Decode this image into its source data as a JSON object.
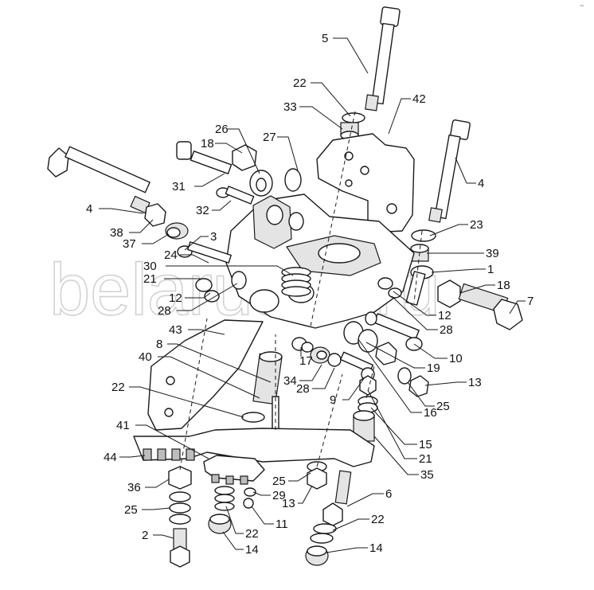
{
  "watermark": "belarus-tr.ru",
  "corner_mark": "~",
  "callouts": {
    "c5": "5",
    "c22a": "22",
    "c33": "33",
    "c42": "42",
    "c26": "26",
    "c27": "27",
    "c18a": "18",
    "c31": "31",
    "c32": "32",
    "c4a": "4",
    "c4b": "4",
    "c23": "23",
    "c38": "38",
    "c37": "37",
    "c3": "3",
    "c24": "24",
    "c39": "39",
    "c1": "1",
    "c30": "30",
    "c21a": "21",
    "c12a": "12",
    "c28a": "28",
    "c18b": "18",
    "c7": "7",
    "c12b": "12",
    "c28b": "28",
    "c43": "43",
    "c10": "10",
    "c8": "8",
    "c40": "40",
    "c17": "17",
    "c19": "19",
    "c34": "34",
    "c28c": "28",
    "c13a": "13",
    "c22b": "22",
    "c9": "9",
    "c16": "16",
    "c25a": "25",
    "c41": "41",
    "c15": "15",
    "c44": "44",
    "c21b": "21",
    "c35": "35",
    "c36": "36",
    "c25b": "25",
    "c29": "29",
    "c6": "6",
    "c25c": "25",
    "c13b": "13",
    "c11": "11",
    "c22c": "22",
    "c2": "2",
    "c22d": "22",
    "c14a": "14",
    "c14b": "14"
  },
  "colors": {
    "line": "#1a1a1a",
    "watermark": "#d0d0d0",
    "background": "#ffffff"
  }
}
